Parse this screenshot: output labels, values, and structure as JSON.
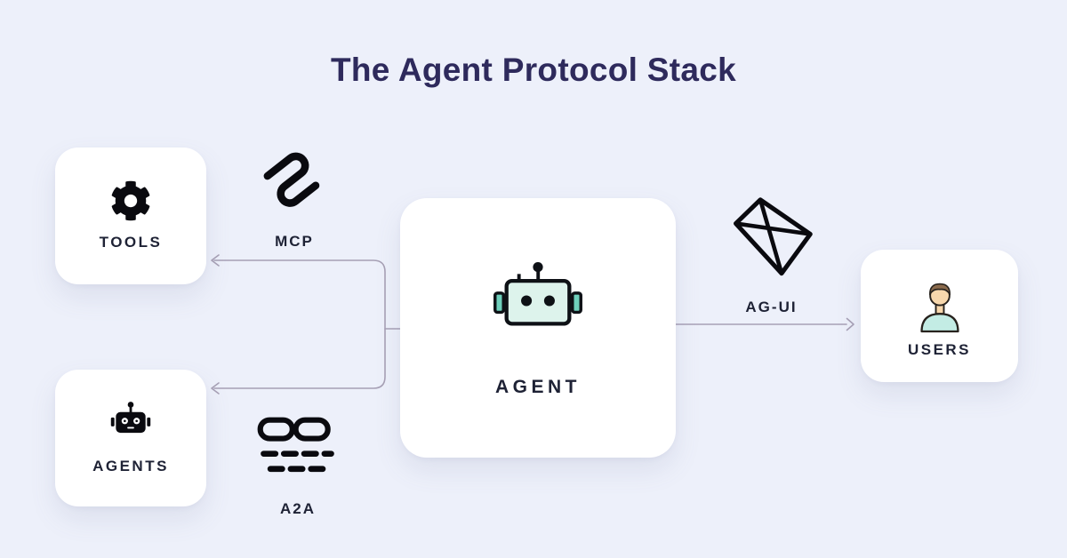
{
  "title": "The Agent Protocol Stack",
  "nodes": {
    "tools": {
      "label": "TOOLS",
      "icon": "gear-icon"
    },
    "agents": {
      "label": "AGENTS",
      "icon": "robot-icon"
    },
    "agent": {
      "label": "AGENT",
      "icon": "robot-head-icon"
    },
    "users": {
      "label": "USERS",
      "icon": "person-icon"
    }
  },
  "protocols": {
    "mcp": {
      "label": "MCP",
      "icon": "mcp-scribble-icon"
    },
    "a2a": {
      "label": "A2A",
      "icon": "chain-link-icon"
    },
    "agui": {
      "label": "AG-UI",
      "icon": "kite-icon"
    }
  },
  "edges": [
    {
      "from": "agent",
      "to": "tools",
      "protocol": "MCP"
    },
    {
      "from": "agent",
      "to": "agents",
      "protocol": "A2A"
    },
    {
      "from": "agent",
      "to": "users",
      "protocol": "AG-UI"
    }
  ],
  "colors": {
    "background": "#edf0fa",
    "card": "#ffffff",
    "title_text": "#2e2a5c",
    "label_text": "#1e2235",
    "icon_black": "#0a0a0f",
    "robot_fill": "#ddf3ec",
    "robot_ear": "#6fd0bc",
    "skin": "#f7d7ac",
    "hair": "#8a6a4c",
    "shirt": "#c3ece4",
    "connector": "#a7a0b5"
  }
}
